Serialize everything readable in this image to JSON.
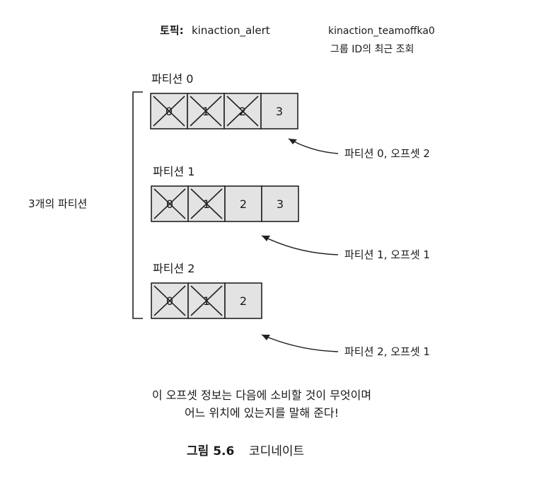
{
  "header": {
    "topic_label": "토픽:",
    "topic_name": "kinaction_alert",
    "group_id": "kinaction_teamoffka0",
    "group_lookup": "그룹 ID의 최근 조회"
  },
  "bracket_label": "3개의 파티션",
  "partitions": [
    {
      "label": "파티션 0",
      "cells": [
        {
          "value": "0",
          "consumed": true
        },
        {
          "value": "1",
          "consumed": true
        },
        {
          "value": "2",
          "consumed": true
        },
        {
          "value": "3",
          "consumed": false
        }
      ],
      "callout": "파티션 0, 오프셋 2"
    },
    {
      "label": "파티션 1",
      "cells": [
        {
          "value": "0",
          "consumed": true
        },
        {
          "value": "1",
          "consumed": true
        },
        {
          "value": "2",
          "consumed": false
        },
        {
          "value": "3",
          "consumed": false
        }
      ],
      "callout": "파티션 1, 오프셋 1"
    },
    {
      "label": "파티션 2",
      "cells": [
        {
          "value": "0",
          "consumed": true
        },
        {
          "value": "1",
          "consumed": true
        },
        {
          "value": "2",
          "consumed": false
        }
      ],
      "callout": "파티션 2, 오프셋 1"
    }
  ],
  "caption": {
    "line1": "이 오프셋 정보는 다음에 소비할 것이 무엇이며",
    "line2": "어느 위치에 있는지를 말해 준다!"
  },
  "figure": {
    "number": "그림 5.6",
    "title": "코디네이트"
  },
  "colors": {
    "cell_fill": "#e3e3e3",
    "stroke": "#222222"
  }
}
